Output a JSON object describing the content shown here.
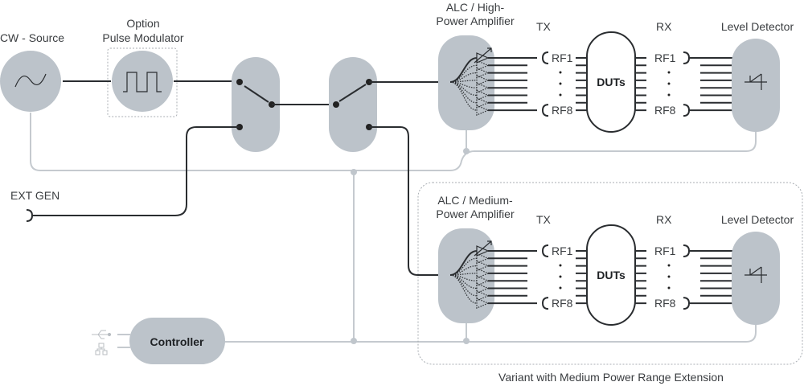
{
  "title": "RF Test System Block Diagram",
  "labels": {
    "cw_source": "CW - Source",
    "pulse_mod_line1": "Option",
    "pulse_mod_line2": "Pulse Modulator",
    "ext_gen": "EXT GEN",
    "controller": "Controller",
    "variant_caption": "Variant with Medium Power Range Extension"
  },
  "high_power_path": {
    "amp_line1": "ALC / High-",
    "amp_line2": "Power Amplifier",
    "tx": "TX",
    "rx": "RX",
    "tx_first": "RF1",
    "tx_last": "RF8",
    "dut": "DUTs",
    "rx_first": "RF1",
    "rx_last": "RF8",
    "detector": "Level Detector"
  },
  "medium_power_path": {
    "amp_line1": "ALC / Medium-",
    "amp_line2": "Power Amplifier",
    "tx": "TX",
    "rx": "RX",
    "tx_first": "RF1",
    "tx_last": "RF8",
    "dut": "DUTs",
    "rx_first": "RF1",
    "rx_last": "RF8",
    "detector": "Level Detector"
  },
  "channel_count": 8,
  "icons": [
    "sine-wave-icon",
    "pulse-wave-icon",
    "usb-icon",
    "network-icon",
    "diode-detector-icon",
    "amplifier-icon"
  ]
}
